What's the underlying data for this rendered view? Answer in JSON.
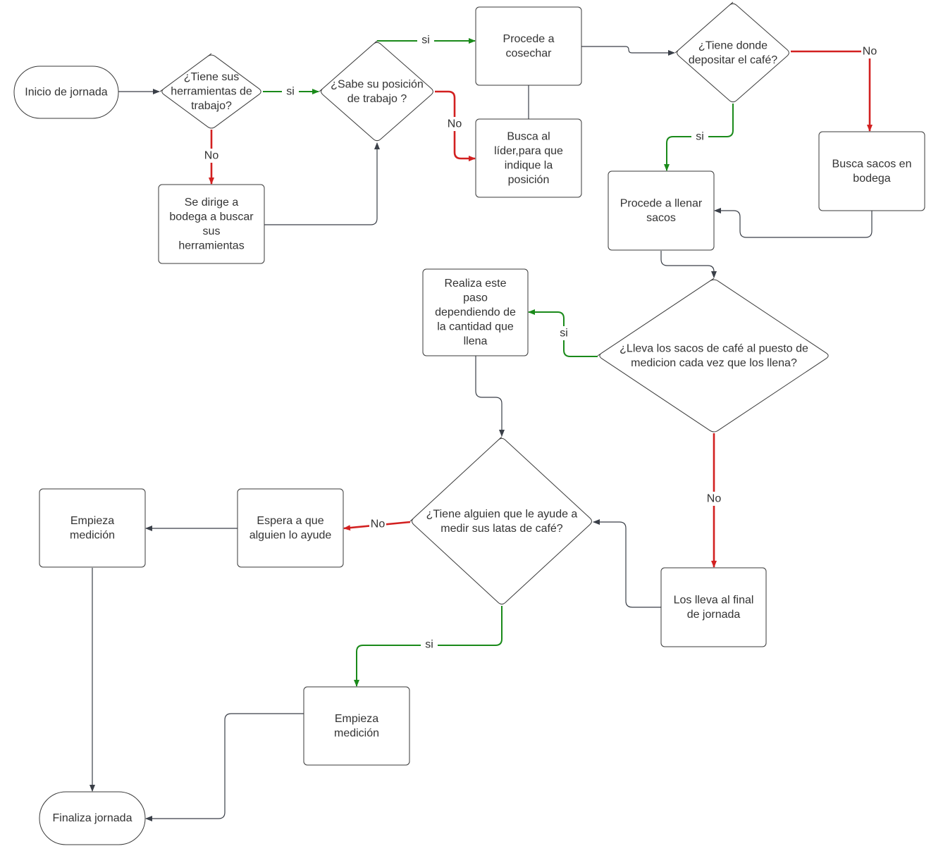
{
  "colors": {
    "default": "#3a3f48",
    "yes": "#1a8a1a",
    "no": "#d22020"
  },
  "nodes": {
    "inicio": {
      "lines": [
        "Inicio de jornada"
      ]
    },
    "q_herramientas": {
      "lines": [
        "¿Tiene sus",
        "herramientas de",
        "trabajo?"
      ]
    },
    "bodega_herramientas": {
      "lines": [
        "Se dirige a",
        "bodega a buscar",
        "sus",
        "herramientas"
      ]
    },
    "q_posicion": {
      "lines": [
        "¿Sabe su posición",
        "de trabajo ?"
      ]
    },
    "cosechar": {
      "lines": [
        "Procede a",
        "cosechar"
      ]
    },
    "buscar_lider": {
      "lines": [
        "Busca al",
        "líder,para que",
        "indique la",
        "posición"
      ]
    },
    "q_depositar": {
      "lines": [
        "¿Tiene donde",
        "depositar el café?"
      ]
    },
    "buscar_sacos": {
      "lines": [
        "Busca sacos en",
        "bodega"
      ]
    },
    "llenar_sacos": {
      "lines": [
        "Procede a llenar",
        "sacos"
      ]
    },
    "q_lleva_sacos": {
      "lines": [
        "¿Lleva los sacos de café al puesto de",
        "medicion cada vez que los llena?"
      ]
    },
    "realiza_paso": {
      "lines": [
        "Realiza este",
        "paso",
        "dependiendo de",
        "la cantidad que",
        "llena"
      ]
    },
    "lleva_final": {
      "lines": [
        "Los lleva al final",
        "de jornada"
      ]
    },
    "q_ayuda": {
      "lines": [
        "¿Tiene alguien que le ayude a",
        "medir sus latas de café?"
      ]
    },
    "espera": {
      "lines": [
        "Espera a que",
        "alguien lo ayude"
      ]
    },
    "empieza_1": {
      "lines": [
        "Empieza",
        "medición"
      ]
    },
    "empieza_2": {
      "lines": [
        "Empieza",
        "medición"
      ]
    },
    "finaliza": {
      "lines": [
        "Finaliza jornada"
      ]
    }
  },
  "edges": {
    "e_inicio_q1": {
      "label": ""
    },
    "e_q1_si": {
      "label": "si"
    },
    "e_q1_no": {
      "label": "No"
    },
    "e_bodega_q2": {
      "label": ""
    },
    "e_q2_si": {
      "label": "si"
    },
    "e_q2_no": {
      "label": "No"
    },
    "e_cosechar_lider": {
      "label": ""
    },
    "e_cosechar_q3": {
      "label": ""
    },
    "e_q3_no": {
      "label": "No"
    },
    "e_q3_si": {
      "label": "si"
    },
    "e_sacos_llenar": {
      "label": ""
    },
    "e_llenar_q4": {
      "label": ""
    },
    "e_q4_si": {
      "label": "si"
    },
    "e_q4_no": {
      "label": "No"
    },
    "e_realiza_q5": {
      "label": ""
    },
    "e_final_q5": {
      "label": ""
    },
    "e_q5_no": {
      "label": "No"
    },
    "e_espera_emp1": {
      "label": ""
    },
    "e_q5_si": {
      "label": "si"
    },
    "e_emp1_fin": {
      "label": ""
    },
    "e_emp2_fin": {
      "label": ""
    }
  }
}
